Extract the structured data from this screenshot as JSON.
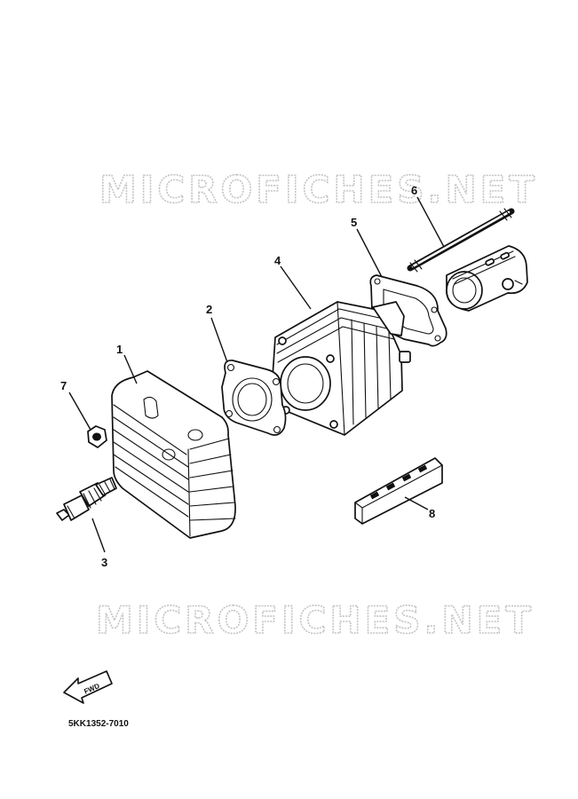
{
  "watermarks": [
    "MICROFICHES.NET",
    "MICROFICHES.NET"
  ],
  "callouts": {
    "c1": "1",
    "c2": "2",
    "c3": "3",
    "c4": "4",
    "c5": "5",
    "c6": "6",
    "c7": "7",
    "c8": "8"
  },
  "direction_badge": "FWD",
  "reference_code": "5KK1352-7010"
}
